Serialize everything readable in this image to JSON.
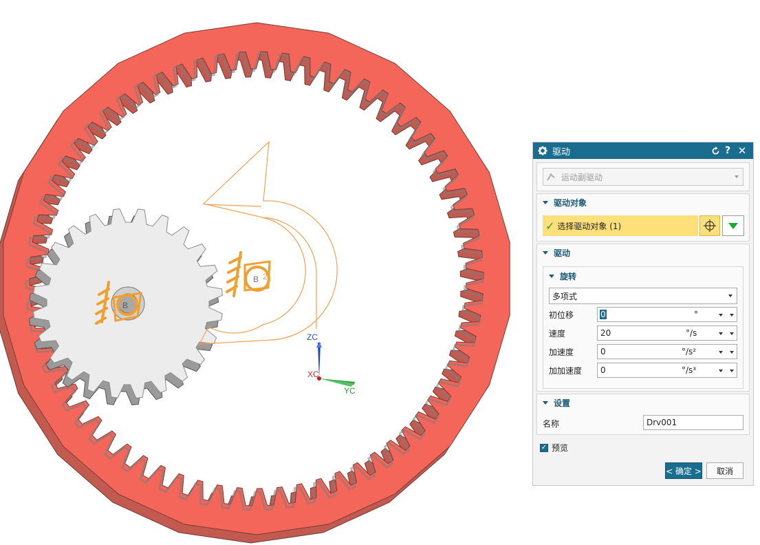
{
  "dialog": {
    "title": "驱动",
    "motion_pair_placeholder": "运动副驱动",
    "section_object": "驱动对象",
    "select_object_label": "选择驱动对象 (1)",
    "section_drive": "驱动",
    "subsection_rotation": "旋转",
    "function_type": "多项式",
    "rows": [
      {
        "label": "初位移",
        "value": "0",
        "unit": "°"
      },
      {
        "label": "速度",
        "value": "20",
        "unit": "°/s"
      },
      {
        "label": "加速度",
        "value": "0",
        "unit": "°/s²"
      },
      {
        "label": "加加速度",
        "value": "0",
        "unit": "°/s³"
      }
    ],
    "section_settings": "设置",
    "name_label": "名称",
    "name_value": "Drv001",
    "preview_label": "预览",
    "ok_label": "< 确定 >",
    "cancel_label": "取消"
  },
  "viewport": {
    "axis_z": "ZC",
    "axis_x": "XC",
    "axis_y": "YC",
    "joint_label_1": "B",
    "joint_label_2": "B"
  },
  "colors": {
    "ring_gear": "#f4665a",
    "planet_gear": "#ececec",
    "joint_marker": "#f0a030",
    "accent": "#1b6d8f",
    "highlight": "#fde07a"
  }
}
